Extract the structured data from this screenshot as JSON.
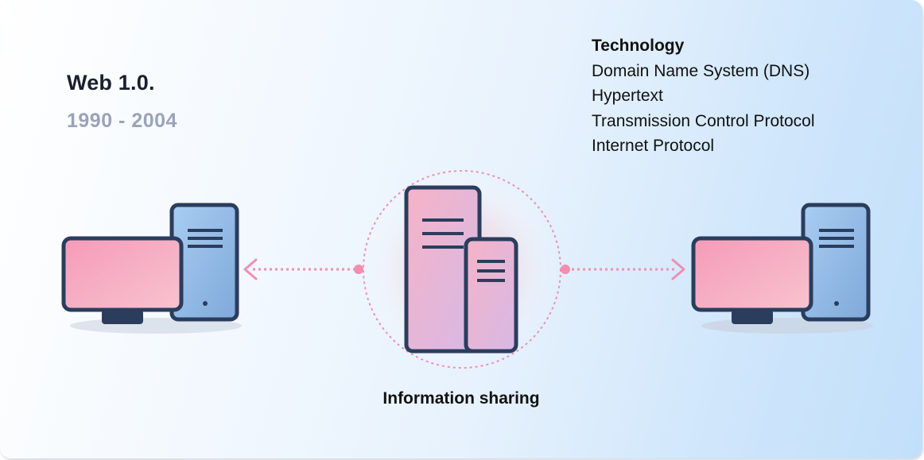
{
  "header": {
    "title": "Web 1.0.",
    "years": "1990 - 2004"
  },
  "technology": {
    "heading": "Technology",
    "items": [
      "Domain Name System (DNS)",
      "Hypertext",
      "Transmission Control Protocol",
      "Internet Protocol"
    ]
  },
  "diagram": {
    "caption": "Information sharing",
    "nodes": [
      "left-computer-icon",
      "server-icon",
      "right-computer-icon"
    ],
    "colors": {
      "outline": "#2b3d5d",
      "screen": "#f6a3bd",
      "tower": "#8fb8e6",
      "connector": "#f08fb0"
    }
  }
}
